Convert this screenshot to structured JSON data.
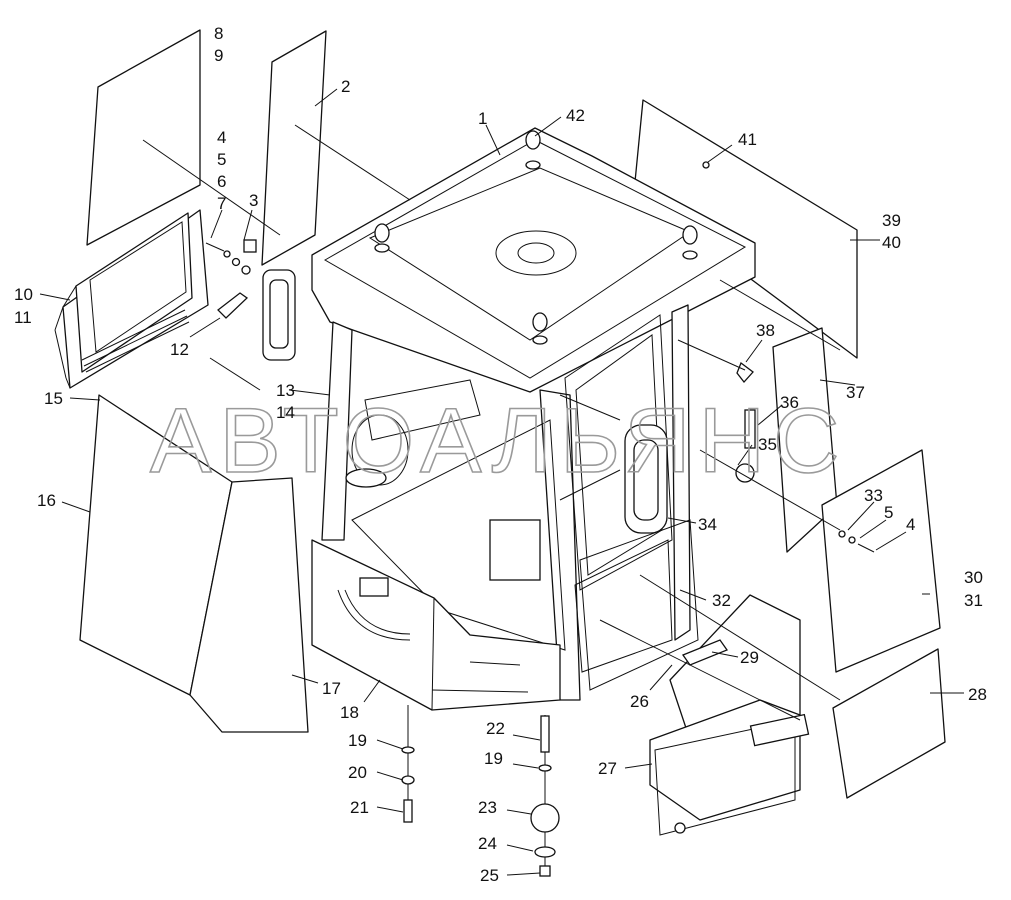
{
  "watermark": "АВТОАЛЬЯНС",
  "labels": {
    "l1": "1",
    "l2": "2",
    "l3": "3",
    "l4a": "4",
    "l4b": "4",
    "l5a": "5",
    "l5b": "5",
    "l6": "6",
    "l7": "7",
    "l8": "8",
    "l9": "9",
    "l10": "10",
    "l11": "11",
    "l12": "12",
    "l13": "13",
    "l14": "14",
    "l15": "15",
    "l16": "16",
    "l17": "17",
    "l18": "18",
    "l19a": "19",
    "l19b": "19",
    "l20": "20",
    "l21": "21",
    "l22": "22",
    "l23": "23",
    "l24": "24",
    "l25": "25",
    "l26": "26",
    "l27": "27",
    "l28": "28",
    "l29": "29",
    "l30": "30",
    "l31": "31",
    "l32": "32",
    "l33": "33",
    "l34": "34",
    "l35": "35",
    "l36": "36",
    "l37": "37",
    "l38": "38",
    "l39": "39",
    "l40": "40",
    "l41": "41",
    "l42": "42"
  }
}
